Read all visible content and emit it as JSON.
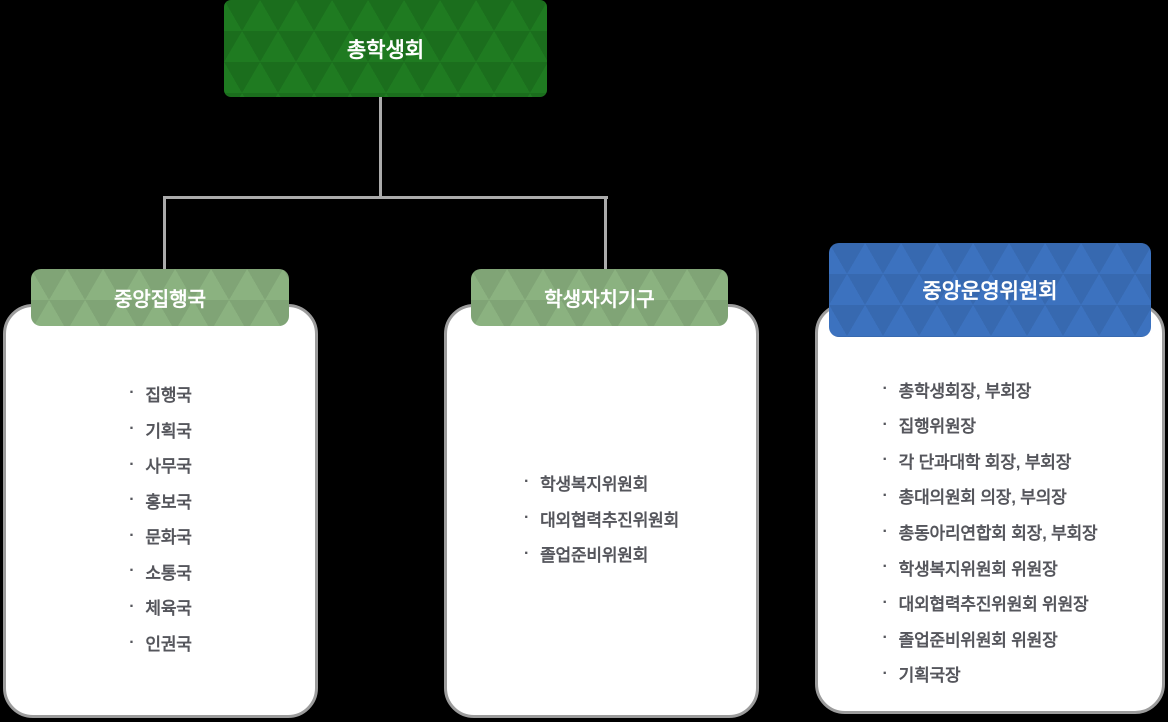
{
  "colors": {
    "background": "#000000",
    "root-green": "#1f7b21",
    "sage-green": "#8bb280",
    "blue": "#3c72bf",
    "card-border": "#9c9c9c",
    "card-bg": "#ffffff",
    "connector": "#ababab",
    "item-text": "#55565c",
    "header-text": "#ffffff"
  },
  "bullet": "·",
  "root": {
    "label": "총학생회"
  },
  "groups": [
    {
      "id": "exec",
      "label": "중앙집행국",
      "items": [
        "집행국",
        "기획국",
        "사무국",
        "홍보국",
        "문화국",
        "소통국",
        "체육국",
        "인권국"
      ]
    },
    {
      "id": "selfgov",
      "label": "학생자치기구",
      "items": [
        "학생복지위원회",
        "대외협력추진위원회",
        "졸업준비위원회"
      ]
    },
    {
      "id": "central",
      "label": "중앙운영위원회",
      "items": [
        "총학생회장, 부회장",
        "집행위원장",
        "각 단과대학 회장, 부회장",
        "총대의원회 의장, 부의장",
        "총동아리연합회 회장, 부회장",
        "학생복지위원회 위원장",
        "대외협력추진위원회 위원장",
        "졸업준비위원회 위원장",
        "기획국장"
      ]
    }
  ]
}
